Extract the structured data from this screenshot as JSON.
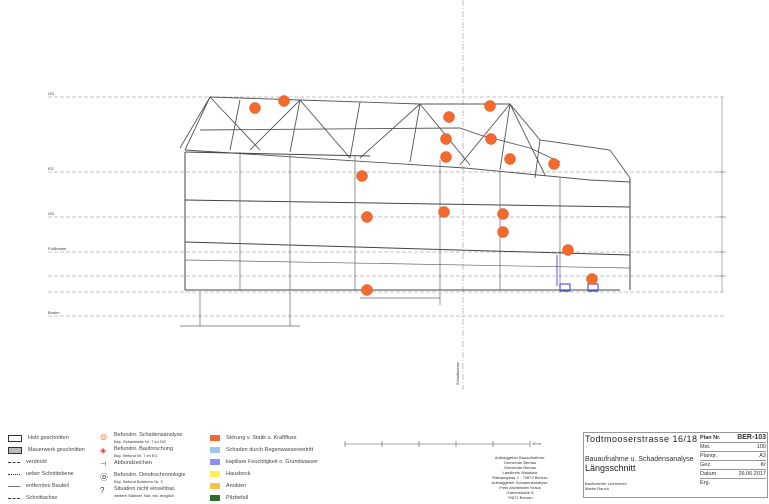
{
  "plan": {
    "project_title": "Todtmooserstrasse 16/18",
    "subtitle": "Bauaufnahme u. Schadensanalyse",
    "drawing_title": "Längsschnitt",
    "plan_nr_label": "Plan Nr.",
    "plan_nr": "BER-103",
    "fields": [
      {
        "label": "Mst.",
        "value": "100"
      },
      {
        "label": "Planqr.",
        "value": "A3"
      },
      {
        "label": "Gez.",
        "value": "Kr"
      },
      {
        "label": "Datum",
        "value": "26.06.2017"
      },
      {
        "label": "Erg.",
        "value": ""
      }
    ]
  },
  "legend_left": [
    {
      "text": "Holz geschnitten",
      "style": "box"
    },
    {
      "text": "Mauerwerk geschnitten",
      "style": "box-gray"
    },
    {
      "text": "verdeckt",
      "style": "dashed"
    },
    {
      "text": "ueber Schnittebene",
      "style": "dot-dash"
    },
    {
      "text": "entferntes Bauteil",
      "style": "thin"
    },
    {
      "text": "Schnittachse",
      "style": "long-dash"
    }
  ],
  "legend_mid": [
    {
      "text": "Befundnr. Schadensanalyse",
      "sub": "Bsp. Schadstelle Nr. 7 im OG"
    },
    {
      "text": "Befundnr. Bauforschung",
      "sub": "Bsp. Befund Nr. 7 im EG"
    },
    {
      "text": "Abbundzeichen",
      "sub": ""
    },
    {
      "text": "Befundnr. Dendrochronologie",
      "sub": "Bsp. Befund Bohrkern Nr. 3"
    },
    {
      "text": "Situation nicht einsehbar,",
      "sub": "weitere Ständer, Nut, etc. möglich"
    }
  ],
  "legend_colors": [
    {
      "text": "Störung v. Statik u. Kraftfluss",
      "color": "#f26a2e"
    },
    {
      "text": "Schaden durch Regenwassereintritt",
      "color": "#9ec7e8"
    },
    {
      "text": "kapillare Feuchtigkeit o. Grundwasser",
      "color": "#8f8ff0"
    },
    {
      "text": "Hausbock",
      "color": "#ffef52"
    },
    {
      "text": "Anobien",
      "color": "#f5c24a"
    },
    {
      "text": "Pilzbefall",
      "color": "#2f6b2f"
    }
  ],
  "auftraggeber": {
    "block1": [
      "Auftraggeber Bauaufnahme:",
      "Gemeinde Bernau",
      "Gemeinde Bernau",
      "Landkreis Waldshut",
      "Rathausplatz 1 · 79872 Bernau"
    ],
    "block2": [
      "Auftraggeber Schadensanalyse:",
      "Freie Architekten Kraus",
      "Gartenstraße 5",
      "79872 Bernau"
    ]
  },
  "architect": [
    "Bauforscher Lembrecht",
    "Martin Rauch"
  ],
  "scale_label": "10 m",
  "section_axis_label": "Schnittachse",
  "level_labels": [
    "OG",
    "EG",
    "UG",
    "Fußboden",
    "Boden"
  ],
  "icons": {
    "damage_marker": "damage-circle-icon"
  }
}
